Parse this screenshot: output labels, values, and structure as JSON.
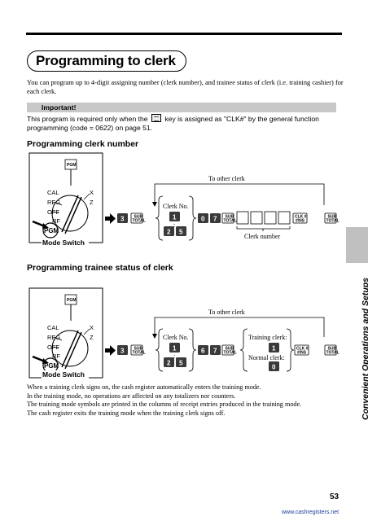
{
  "page": {
    "title": "Programming to clerk",
    "intro": "You can program up to 4-digit assigning number (clerk number), and trainee status of clerk (i.e. training cashier) for each clerk.",
    "important_label": "Important!",
    "important_text_before": "This program is required only when the",
    "important_text_after": "key is assigned as \"CLK#\" by the general function programming (code = 0622) on page 51.",
    "key_icon": "clerk-key-icon",
    "side_tab_text": "Convenient Operations and Setups",
    "page_number": "53",
    "website": "www.cashregisters.net"
  },
  "section1": {
    "heading": "Programming clerk number",
    "switch_positions": [
      "CAL",
      "REG",
      "OFF",
      "RF",
      "PGM",
      "X",
      "Z"
    ],
    "switch_caption": "Mode Switch",
    "key_pgm": "PGM",
    "key_3": "3",
    "subtotal_line1": "SUB",
    "subtotal_line2": "TOTAL",
    "clerk_no_label": "Clerk No.",
    "key_1": "1",
    "dots": ":",
    "key_2": "2",
    "key_5": "5",
    "key_0": "0",
    "key_7": "7",
    "to_other_clerk": "To other clerk",
    "clerk_number_label": "Clerk number",
    "clk_line1": "CLK #",
    "clk_line2": "#/NS"
  },
  "section2": {
    "heading": "Programming trainee status of clerk",
    "switch_positions": [
      "CAL",
      "REG",
      "OFF",
      "RF",
      "PGM",
      "X",
      "Z"
    ],
    "switch_caption": "Mode Switch",
    "key_pgm": "PGM",
    "key_3": "3",
    "subtotal_line1": "SUB",
    "subtotal_line2": "TOTAL",
    "clerk_no_label": "Clerk No.",
    "key_1": "1",
    "dots": ":",
    "key_2": "2",
    "key_5": "5",
    "key_6": "6",
    "key_7": "7",
    "to_other_clerk": "To other clerk",
    "training_clerk_label": "Training clerk:",
    "training_key": "1",
    "normal_clerk_label": "Normal clerk:",
    "normal_key": "0",
    "clk_line1": "CLK #",
    "clk_line2": "#/NS"
  },
  "notes": [
    "When a training clerk signs on, the cash register automatically enters the training mode.",
    "In the training mode, no operations are affected on any totalizers nor counters.",
    "The training mode symbols are printed in the columns of receipt entries produced in the training mode.",
    "The cash register exits the training mode when the training clerk signs off."
  ]
}
